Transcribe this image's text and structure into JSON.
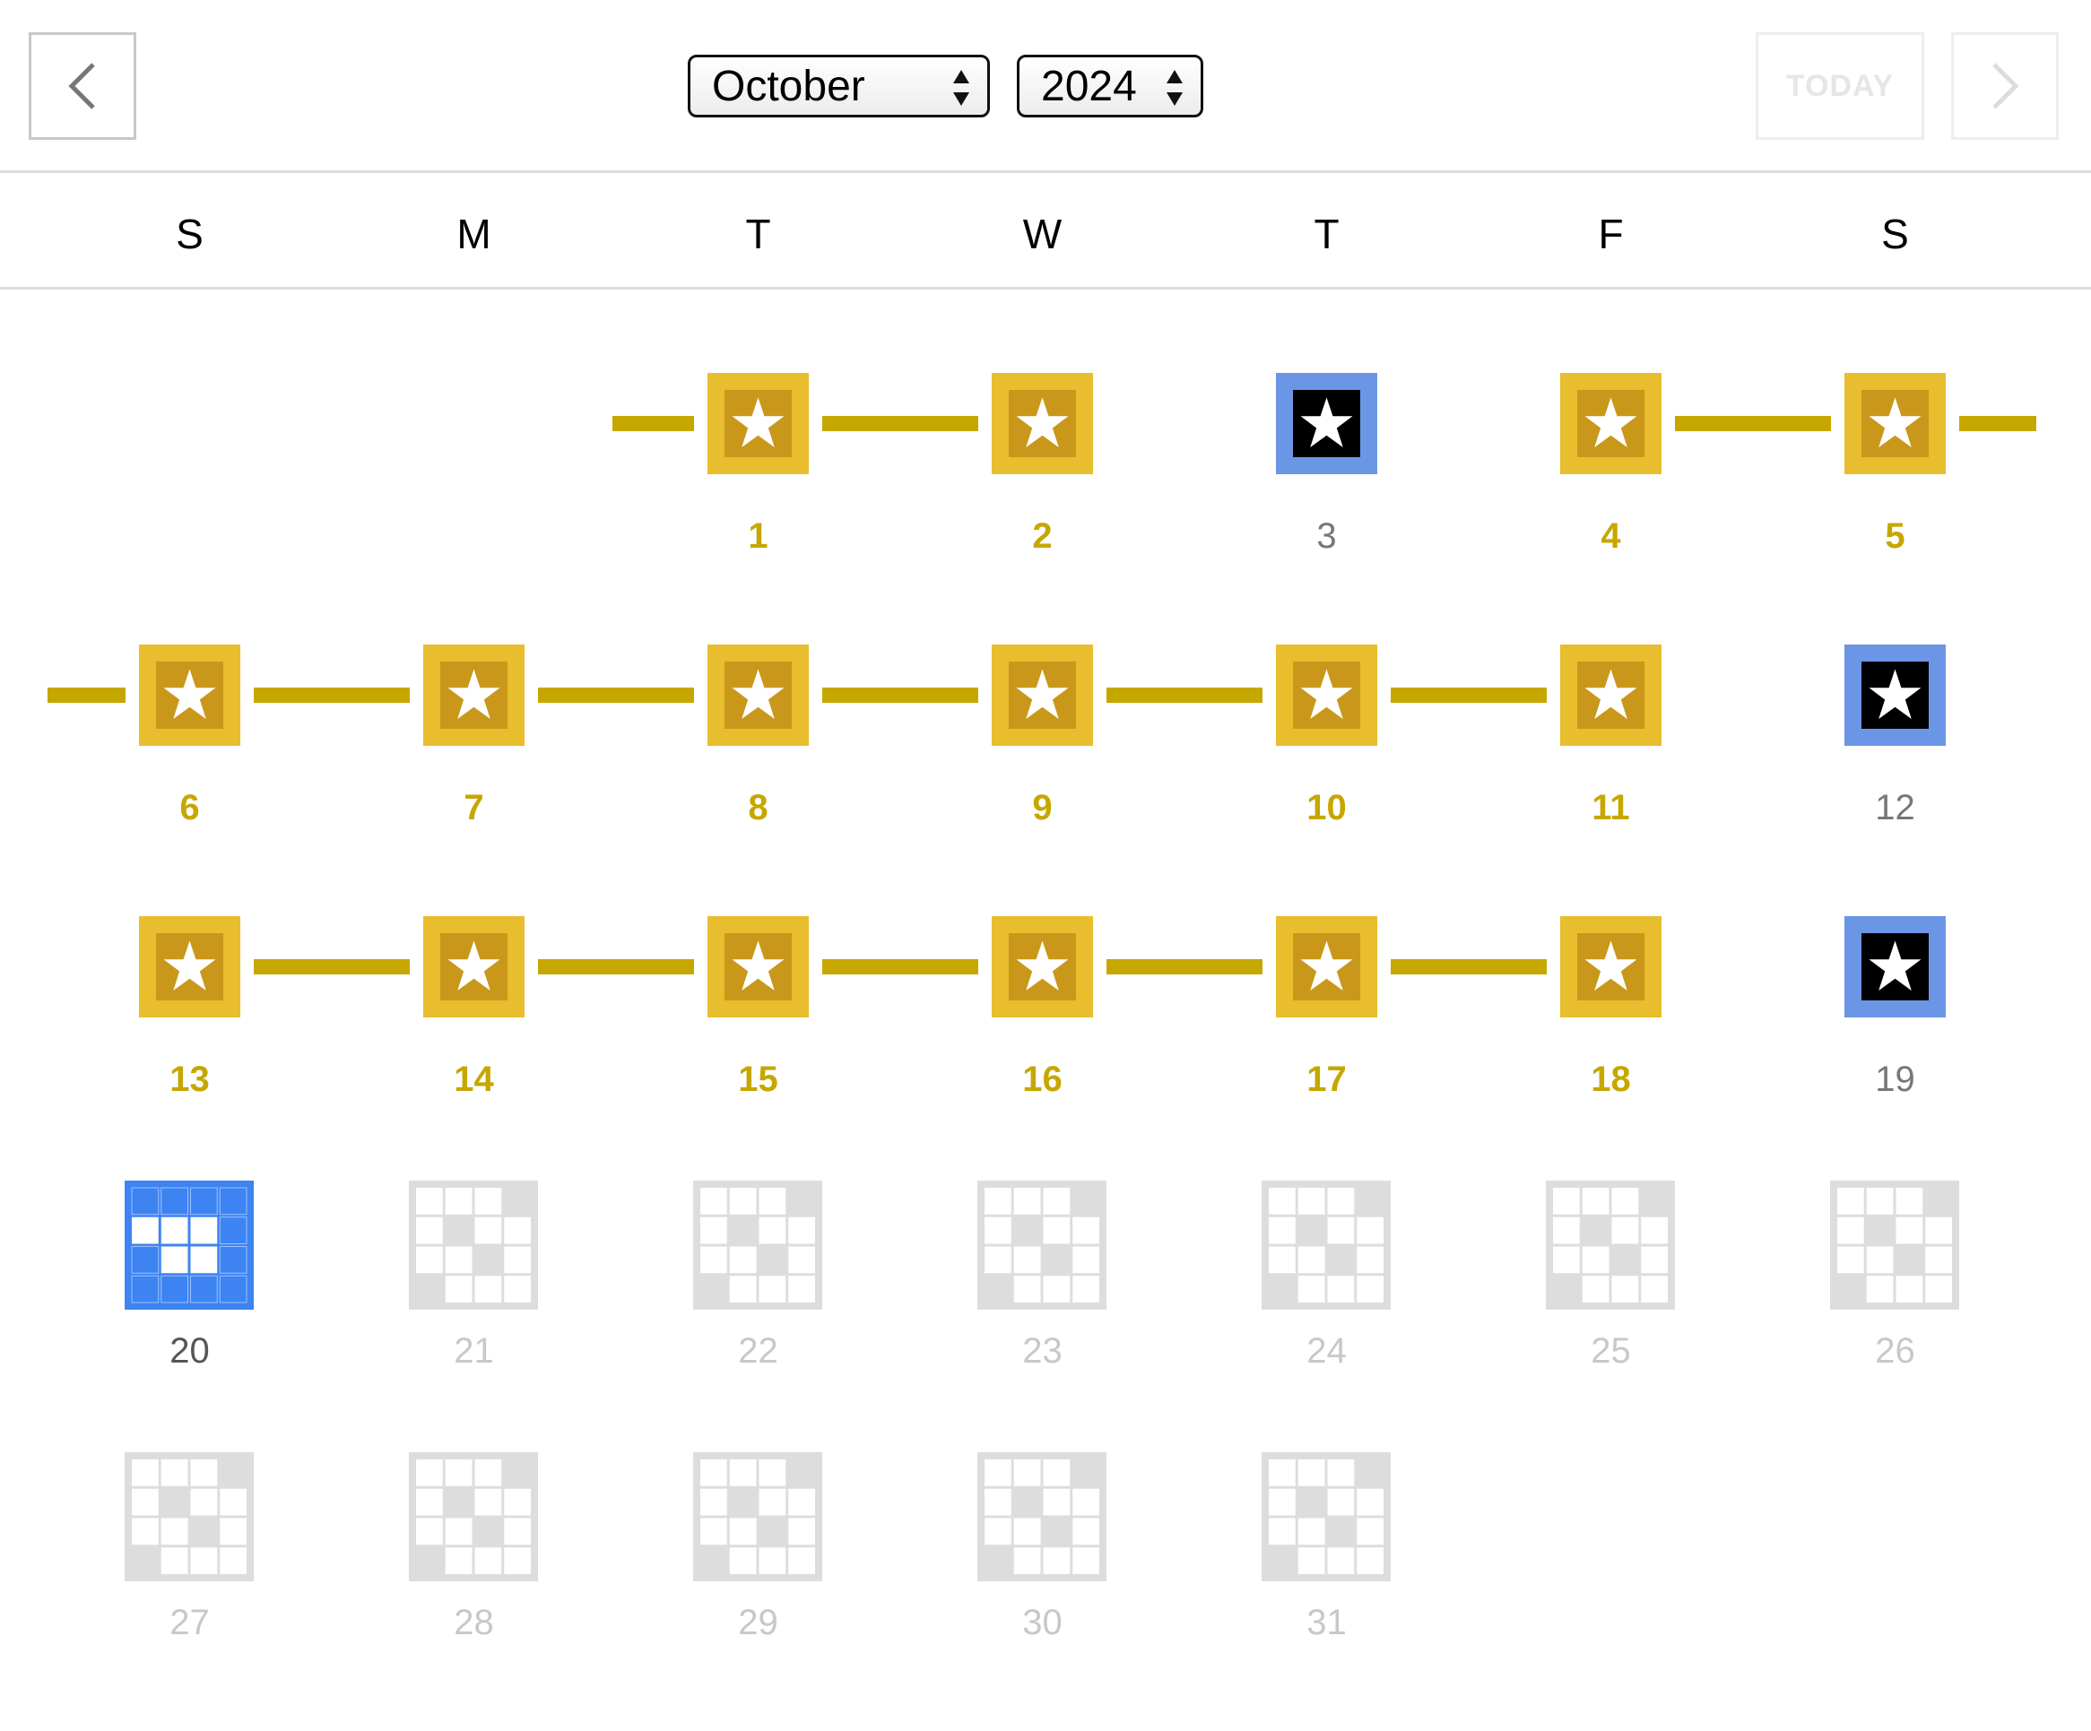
{
  "header": {
    "prev_icon": "chevron-left-icon",
    "next_icon": "chevron-right-icon",
    "month_select": {
      "value": "October"
    },
    "year_select": {
      "value": "2024"
    },
    "today_label": "TODAY"
  },
  "weekdays": [
    "S",
    "M",
    "T",
    "W",
    "T",
    "F",
    "S"
  ],
  "colors": {
    "gold": "#e8bd2e",
    "gold_dark": "#c9981a",
    "streak": "#c6a700",
    "blue": "#6b96e6",
    "today_blue": "#3d84f2",
    "future_gray": "#dddddd"
  },
  "calendar": {
    "first_weekday": 2,
    "days": [
      {
        "d": "1",
        "status": "gold"
      },
      {
        "d": "2",
        "status": "gold"
      },
      {
        "d": "3",
        "status": "blue"
      },
      {
        "d": "4",
        "status": "gold"
      },
      {
        "d": "5",
        "status": "gold"
      },
      {
        "d": "6",
        "status": "gold"
      },
      {
        "d": "7",
        "status": "gold"
      },
      {
        "d": "8",
        "status": "gold"
      },
      {
        "d": "9",
        "status": "gold"
      },
      {
        "d": "10",
        "status": "gold"
      },
      {
        "d": "11",
        "status": "gold"
      },
      {
        "d": "12",
        "status": "blue"
      },
      {
        "d": "13",
        "status": "gold"
      },
      {
        "d": "14",
        "status": "gold"
      },
      {
        "d": "15",
        "status": "gold"
      },
      {
        "d": "16",
        "status": "gold"
      },
      {
        "d": "17",
        "status": "gold"
      },
      {
        "d": "18",
        "status": "gold"
      },
      {
        "d": "19",
        "status": "blue"
      },
      {
        "d": "20",
        "status": "today"
      },
      {
        "d": "21",
        "status": "future"
      },
      {
        "d": "22",
        "status": "future"
      },
      {
        "d": "23",
        "status": "future"
      },
      {
        "d": "24",
        "status": "future"
      },
      {
        "d": "25",
        "status": "future"
      },
      {
        "d": "26",
        "status": "future"
      },
      {
        "d": "27",
        "status": "future"
      },
      {
        "d": "28",
        "status": "future"
      },
      {
        "d": "29",
        "status": "future"
      },
      {
        "d": "30",
        "status": "future"
      },
      {
        "d": "31",
        "status": "future"
      }
    ]
  }
}
